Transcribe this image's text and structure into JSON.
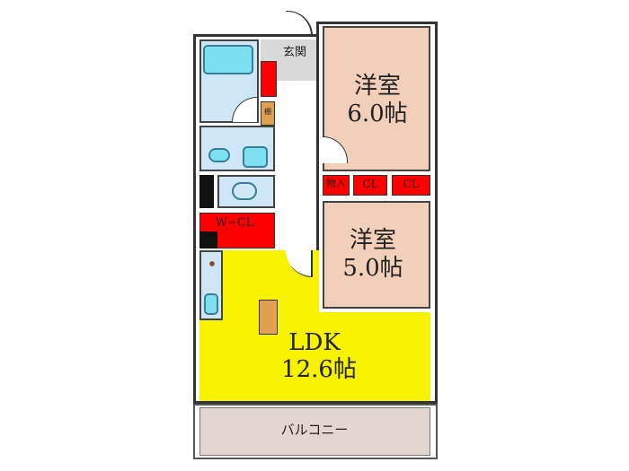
{
  "rooms": {
    "entrance": "玄関",
    "shelf": "棚",
    "western_room_1": {
      "name": "洋室",
      "size": "6.0帖"
    },
    "western_room_2": {
      "name": "洋室",
      "size": "5.0帖"
    },
    "storage": "物入",
    "closet_1": "CL",
    "closet_2": "CL",
    "walk_in_closet": "W−CL",
    "ldk": {
      "name": "LDK",
      "size": "12.6帖"
    },
    "balcony": "バルコニー"
  },
  "colors": {
    "western_room": "#f2cfb8",
    "ldk": "#f6f200",
    "closet": "#ff0000",
    "wet_area": "#cfe6f7",
    "entrance": "#d9d9d9",
    "balcony": "#e2d6ce"
  }
}
